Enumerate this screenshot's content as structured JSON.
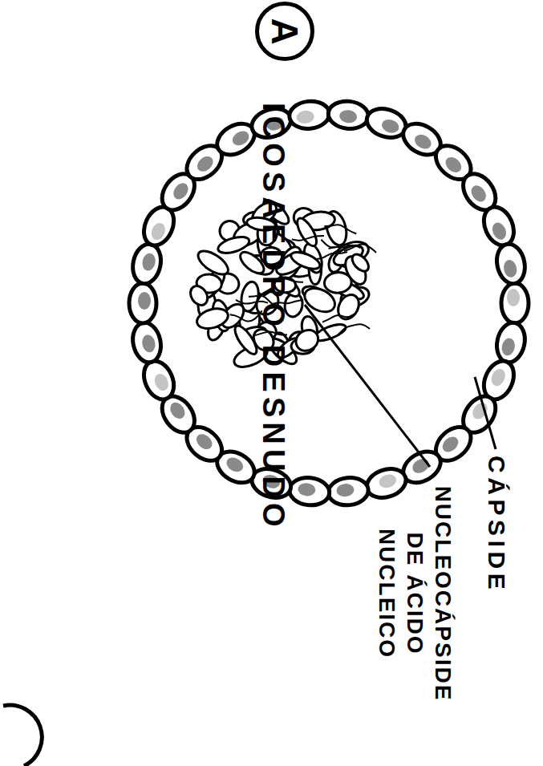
{
  "diagram": {
    "nodes": [
      {
        "text": [
          "A"
        ]
      }
    ],
    "labels": [
      "CÁPSIDE",
      "NUCLEOCÁPSIDE DE ÁCIDO NUCLEICO",
      "ICOSAEDRO DESNUDO"
    ]
  }
}
